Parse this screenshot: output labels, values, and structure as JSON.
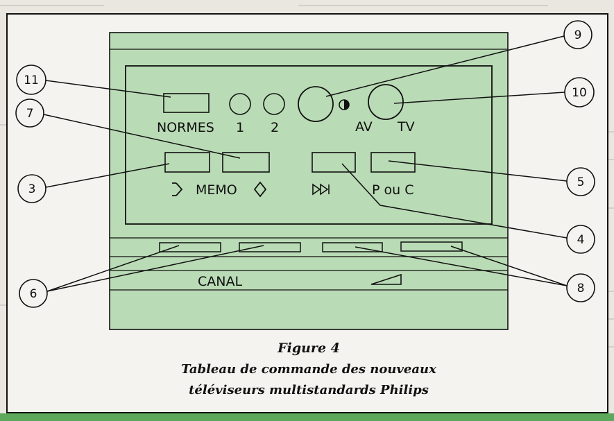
{
  "figure": {
    "title": "Figure 4",
    "caption_lines": [
      "Tableau de commande des  nouveaux",
      "téléviseurs multistandards Philips"
    ]
  },
  "panel": {
    "normes_label": "NORMES",
    "button_1_label": "1",
    "button_2_label": "2",
    "av_label": "AV",
    "tv_label": "TV",
    "memo_label": "MEMO",
    "p_ou_c_label": "P ou C",
    "canal_label": "CANAL"
  },
  "callouts": [
    "11",
    "7",
    "3",
    "6",
    "9",
    "10",
    "5",
    "4",
    "8"
  ],
  "colors": {
    "panel_green": "#b9dbb5",
    "outline": "#111111",
    "page_bg": "#e9e7e0",
    "bottom_bar": "#5ea85c"
  },
  "icons": [
    "contrast-half-circle-icon",
    "diamond-left-icon",
    "diamond-right-icon",
    "skip-forward-icon",
    "volume-ramp-icon"
  ]
}
